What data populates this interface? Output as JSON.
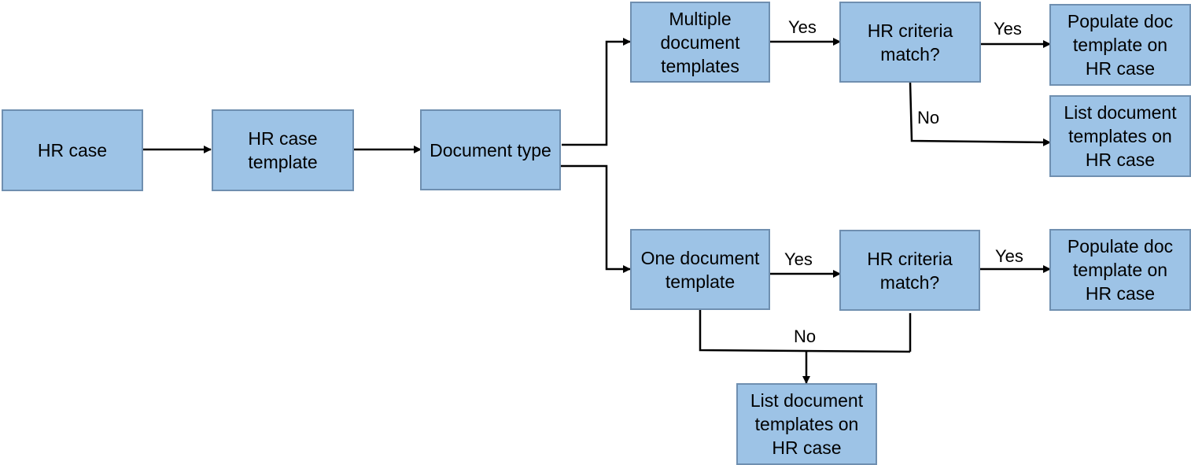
{
  "nodes": {
    "hr_case": "HR case",
    "hr_case_template": "HR case\ntemplate",
    "document_type": "Document type",
    "multiple_templates": "Multiple\ndocument\ntemplates",
    "criteria_match_top": "HR criteria\nmatch?",
    "populate_top": "Populate doc\ntemplate on\nHR case",
    "list_top": "List document\ntemplates on\nHR case",
    "one_template": "One document\ntemplate",
    "criteria_match_bottom": "HR criteria\nmatch?",
    "populate_bottom": "Populate doc\ntemplate on\nHR case",
    "list_bottom": "List document\ntemplates on\nHR case"
  },
  "edge_labels": {
    "yes_multiple_to_criteria": "Yes",
    "yes_criteria_to_populate_top": "Yes",
    "no_criteria_to_list_top": "No",
    "yes_one_to_criteria": "Yes",
    "yes_criteria_to_populate_bottom": "Yes",
    "no_to_list_bottom": "No"
  },
  "colors": {
    "box_fill": "#9dc3e6",
    "box_border": "#6f8fb0",
    "connector": "#000000"
  }
}
